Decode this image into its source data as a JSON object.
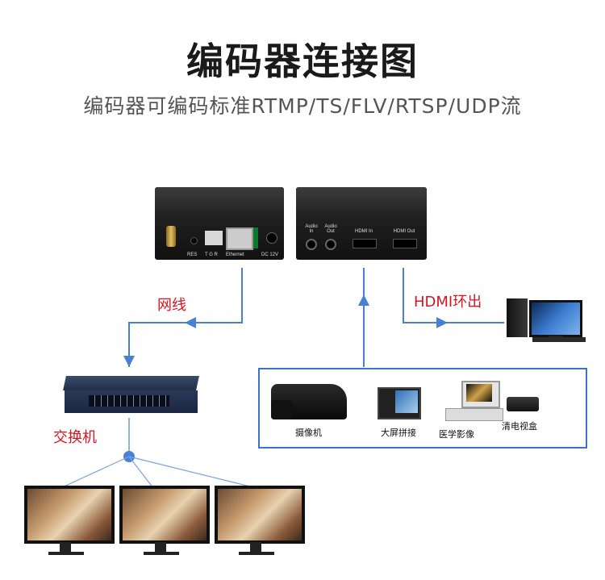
{
  "header": {
    "title": "编码器连接图",
    "subtitle": "编码器可编码标准RTMP/TS/FLV/RTSP/UDP流"
  },
  "encoder_back": {
    "labels": {
      "res": "RES",
      "tgr": "T G R",
      "ethernet": "Ethernet",
      "dc": "DC 12V"
    }
  },
  "encoder_front": {
    "labels": {
      "audio_in": "Audio In",
      "audio_out": "Audio Out",
      "hdmi_in": "HDMI In",
      "hdmi_out": "HDMI Out"
    }
  },
  "connections": {
    "network_cable": "网线",
    "hdmi_loop": "HDMI环出",
    "switch": "交换机"
  },
  "sources": [
    {
      "label": "摄像机"
    },
    {
      "label": "大屏拼接"
    },
    {
      "label": "医学影像"
    },
    {
      "label": "清电视盒"
    }
  ],
  "colors": {
    "line": "#4a7fd6",
    "label_red": "#d9141e",
    "box_border": "#3c73c9"
  }
}
